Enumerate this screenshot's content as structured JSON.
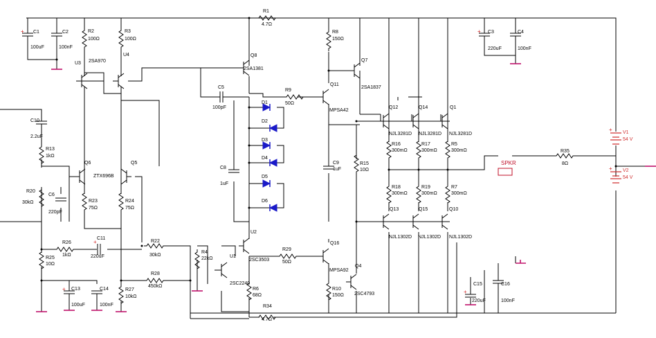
{
  "labels": {
    "R1": "R1",
    "R1v": "4.7Ω",
    "C1": "C1",
    "C1v": "100uF",
    "C2": "C2",
    "C2v": "100nF",
    "R2": "R2",
    "R2v": "100Ω",
    "R3": "R3",
    "R3v": "100Ω",
    "U3": "U3",
    "U3t": "2SA970",
    "U4": "U4",
    "Q8": "Q8",
    "Q8t": "2SA1381",
    "R8": "R8",
    "R8v": "150Ω",
    "Q7": "Q7",
    "Q7t": "2SA1837",
    "C3": "C3",
    "C3v": "220uF",
    "C4": "C4",
    "C4v": "100nF",
    "C5": "C5",
    "C5v": "100pF",
    "R9": "R9",
    "R9v": "50Ω",
    "Q11": "Q11",
    "Q11t": "MPSA42",
    "D1": "D1",
    "D2": "D2",
    "D3": "D3",
    "D4": "D4",
    "D5": "D5",
    "D6": "D6",
    "C10": "C10",
    "C10v": "2.2uF",
    "R13": "R13",
    "R13v": "1kΩ",
    "Q6": "Q6",
    "Q5": "Q5",
    "Q56t": "ZTX696B",
    "R20": "R20",
    "R20v": "30kΩ",
    "C6": "C6",
    "C6v": "220pF",
    "R23": "R23",
    "R23v": "75Ω",
    "R24": "R24",
    "R24v": "75Ω",
    "C8": "C8",
    "C8v": "1uF",
    "C9": "C9",
    "C9v": "1uF",
    "R15": "R15",
    "R15v": "10Ω",
    "Q12": "Q12",
    "Q14": "Q14",
    "Q1": "Q1",
    "NJL3281D_1": "NJL3281D",
    "NJL3281D_2": "NJL3281D",
    "NJL3281D_3": "NJL3281D",
    "R16": "R16",
    "R16v": "300mΩ",
    "R17": "R17",
    "R17v": "300mΩ",
    "R5": "R5",
    "R5v": "300mΩ",
    "R18": "R18",
    "R18v": "300mΩ",
    "R19": "R19",
    "R19v": "300mΩ",
    "R7": "R7",
    "R7v": "300mΩ",
    "Q13": "Q13",
    "Q15": "Q15",
    "Q10": "Q10",
    "NJL1302D_1": "NJL1302D",
    "NJL1302D_2": "NJL1302D",
    "NJL1302D_3": "NJL1302D",
    "SPKR": "SPKR",
    "R35": "R35",
    "R35v": "8Ω",
    "V1": "V1",
    "V1v": "54 V",
    "V2": "V2",
    "V2v": "54 V",
    "R26": "R26",
    "R26v": "1kΩ",
    "C11": "C11",
    "C11v": "220uF",
    "R22": "R22",
    "R22v": "30kΩ",
    "R25": "R25",
    "R25v": "10Ω",
    "R28": "R28",
    "R28v": "450kΩ",
    "R27": "R27",
    "R27v": "10kΩ",
    "C13": "C13",
    "C13v": "100uF",
    "C14": "C14",
    "C14v": "100nF",
    "R4": "R4",
    "R4v": "22kΩ",
    "U1": "U1",
    "U1t": "2SC2240",
    "U2": "U2",
    "U2t": "2SC3503",
    "R6": "R6",
    "R6v": "68Ω",
    "R29": "R29",
    "R29v": "50Ω",
    "Q16": "Q16",
    "Q16t": "MPSA92",
    "Q4": "Q4",
    "Q4t": "2SC4793",
    "R10": "R10",
    "R10v": "150Ω",
    "C15": "C15",
    "C15v": "220uF",
    "C16": "C16",
    "C16v": "100nF",
    "R34": "R34",
    "R34v": "4.7Ω"
  },
  "colors": {
    "wire": "#000000",
    "ground": "#c0106a",
    "diode": "#1a1ac8",
    "speaker": "#c0102a",
    "battery": "#d03030"
  }
}
